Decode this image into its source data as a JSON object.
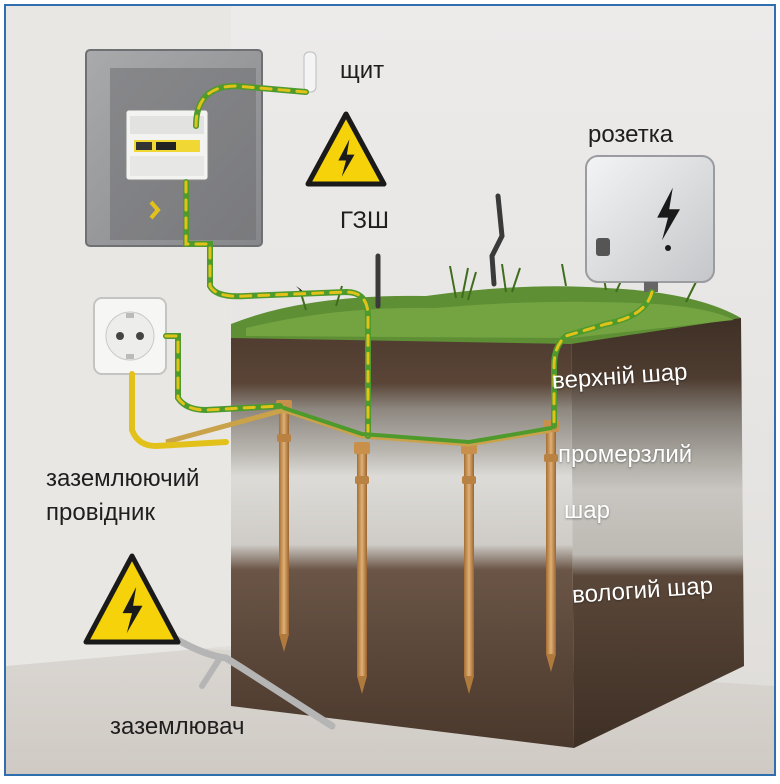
{
  "labels": {
    "panel": "щит",
    "socket_box": "розетка",
    "grounding_system": "ГЗШ",
    "top_layer": "верхній шар",
    "frozen_layer_line1": "промерзлий",
    "frozen_layer_line2": "шар",
    "moist_layer": "вологий шар",
    "conductor_line1": "заземлюючий",
    "conductor_line2": "провідник",
    "electrode": "заземлювач"
  },
  "colors": {
    "frame_border": "#2f6fb0",
    "wire_yellow": "#e2c21a",
    "wire_green": "#4e9a2c",
    "copper": "#c8904a",
    "warning_yellow": "#f5d20a",
    "soil_dark": "#5a4436",
    "frozen_layer": "#d4d2ce",
    "grass": "#5f8f35"
  },
  "icons": {
    "warning_top": "high-voltage-warning-icon",
    "warning_bottom": "high-voltage-warning-icon",
    "socket_box_symbol": "lightning-bolt-icon"
  }
}
